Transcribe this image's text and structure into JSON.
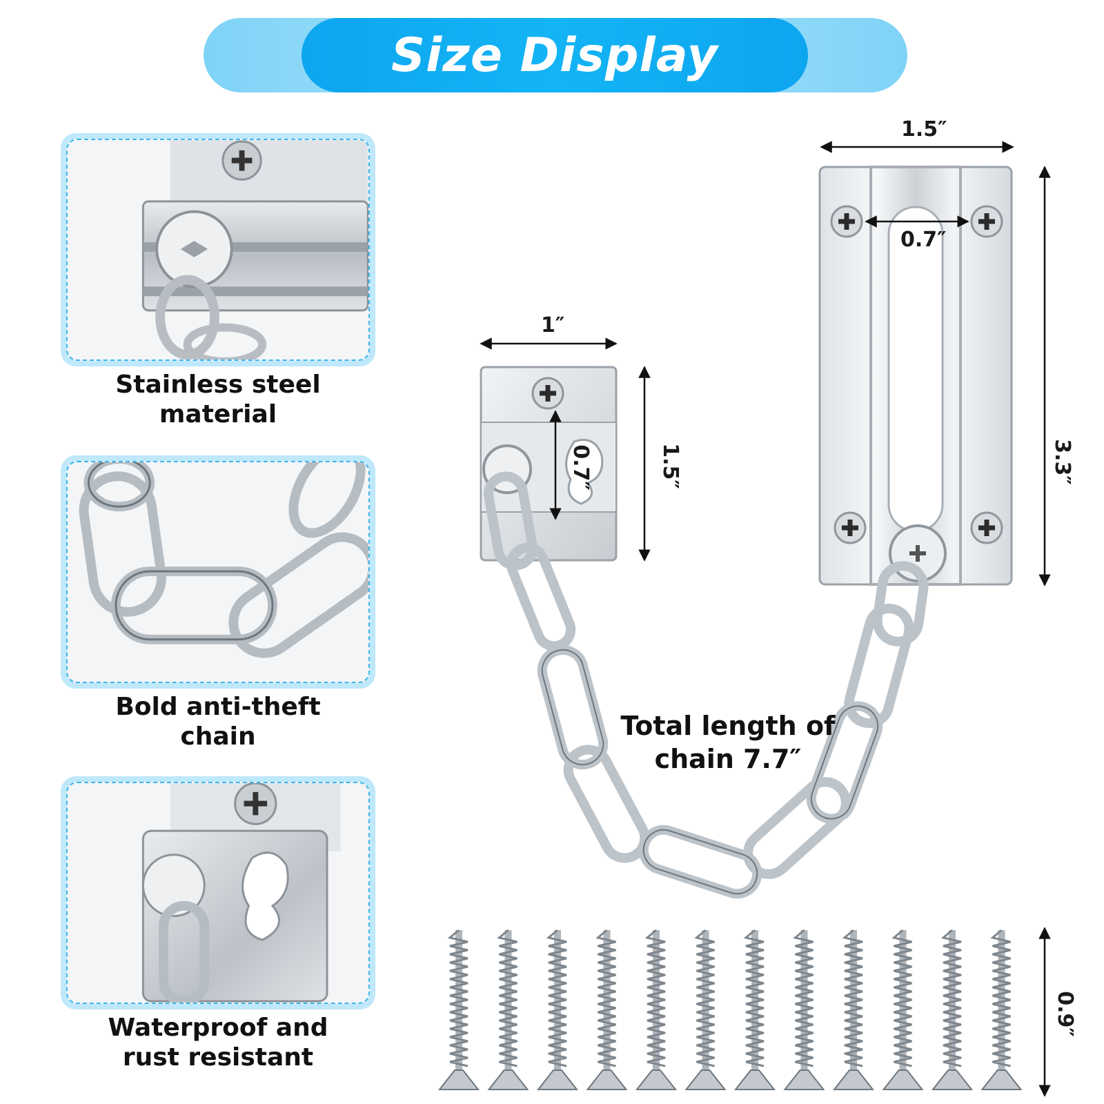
{
  "header": {
    "title": "Size Display"
  },
  "features": [
    {
      "icon": "steel-plate-closeup",
      "line1": "Stainless steel",
      "line2": "material"
    },
    {
      "icon": "chain-closeup",
      "line1": "Bold anti-theft",
      "line2": "chain"
    },
    {
      "icon": "bolt-plate-closeup",
      "line1": "Waterproof and",
      "line2": "rust resistant"
    }
  ],
  "dimensions": {
    "large_plate_width": "1.5″",
    "large_plate_height": "3.3″",
    "large_plate_hole_spacing": "0.7″",
    "small_plate_width": "1″",
    "small_plate_height": "1.5″",
    "small_plate_slot": "0.7″",
    "screw_length": "0.9″"
  },
  "chain": {
    "line1": "Total length of",
    "line2": "chain 7.7″"
  },
  "screws": {
    "count": 12
  },
  "colors": {
    "accent": "#13b4f5",
    "accent_light": "#a9e3fb",
    "dashed_border": "#3eb6ea"
  }
}
